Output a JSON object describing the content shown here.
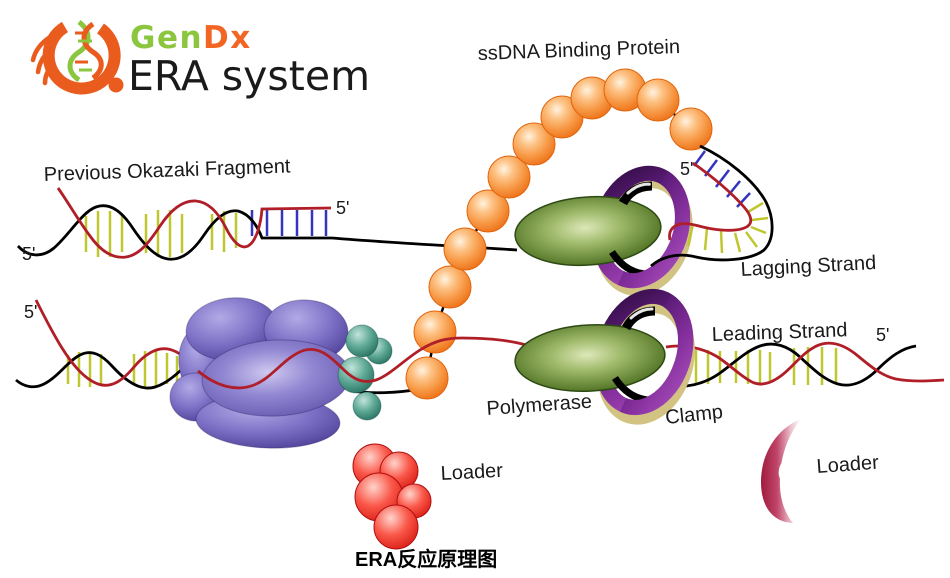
{
  "logo": {
    "brand_part1": "Gen",
    "brand_part2": "Dx",
    "product_name": "ERA system"
  },
  "labels": {
    "ssdna_binding_protein": "ssDNA Binding Protein",
    "previous_okazaki_fragment": "Previous Okazaki Fragment",
    "lagging_strand": "Lagging Strand",
    "leading_strand": "Leading Strand",
    "polymerase": "Polymerase",
    "clamp": "Clamp",
    "loader_left": "Loader",
    "loader_right": "Loader",
    "five_prime": "5'"
  },
  "caption": "ERA反应原理图",
  "colors": {
    "logo_orange": "#E95C1E",
    "logo_green": "#8CC63F",
    "ssb_orange": "#F0791E",
    "polymerase_green": "#4F7324",
    "clamp_purple": "#6B2387",
    "clamp_shadow_khaki": "#D2C383",
    "helicase_purple": "#6C5FBC",
    "teal_protein": "#2E8474",
    "loader_red": "#E8281E",
    "loader_crimson": "#A81C40",
    "strand_black": "#000000",
    "strand_red": "#B01E28",
    "rung_yellow": "#BFC72E",
    "rung_blue": "#3434BE"
  }
}
